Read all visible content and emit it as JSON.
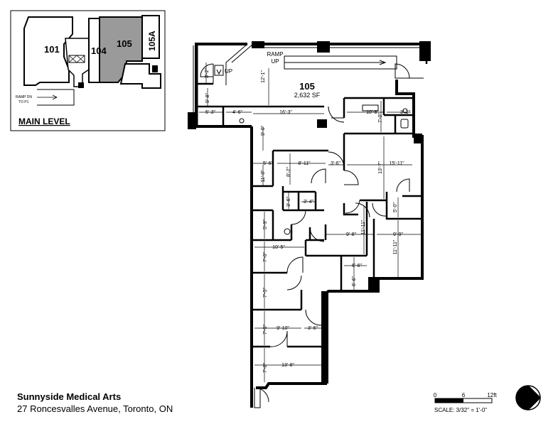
{
  "key_plan": {
    "title": "MAIN LEVEL",
    "units": [
      "101",
      "104",
      "105",
      "105A"
    ],
    "ramp_note_line1": "RAMP DN",
    "ramp_note_line2": "TO P1"
  },
  "suite": {
    "number": "105",
    "area": "2,632 SF",
    "ramp_line1": "RAMP",
    "ramp_line2": "UP",
    "up_label": "UP"
  },
  "dimensions": {
    "d1": "3'-2\"",
    "d2": "12'-1\"",
    "d3": "9'-8\"",
    "d4": "5'-3\"",
    "d5": "4'-6\"",
    "d6": "16'-3\"",
    "d7": "10'-8\"",
    "d8": "3'-1\"",
    "d9": "7'-0\"",
    "d10": "9'-0\"",
    "d11": "5'-6\"",
    "d12": "8'-11\"",
    "d13": "3'-6\"",
    "d14": "15'-11\"",
    "d15": "11'-0\"",
    "d16": "8'-2\"",
    "d17": "13'-7\"",
    "d18": "3'-6\"",
    "d19": "3'-4\"",
    "d20": "5'-0\"",
    "d21": "5'-9\"",
    "d22": "9'-8\"",
    "d23": "11'-11\"",
    "d24": "9'-9\"",
    "d25": "10'-5\"",
    "d26": "11'-11\"",
    "d27": "7'-0\"",
    "d28": "6'-6\"",
    "d29": "6'-6\"",
    "d30": "7'-5\"",
    "d31": "9'-10\"",
    "d32": "3'-6\"",
    "d33": "7'-5\"",
    "d34": "13'-8\"",
    "d35": "7'-8\""
  },
  "building": {
    "name": "Sunnyside Medical Arts",
    "address": "27 Roncesvalles Avenue, Toronto, ON"
  },
  "scale_bar": {
    "ticks": [
      "0",
      "6",
      "12ft"
    ],
    "caption": "SCALE: 3/32\" = 1'-0\""
  }
}
